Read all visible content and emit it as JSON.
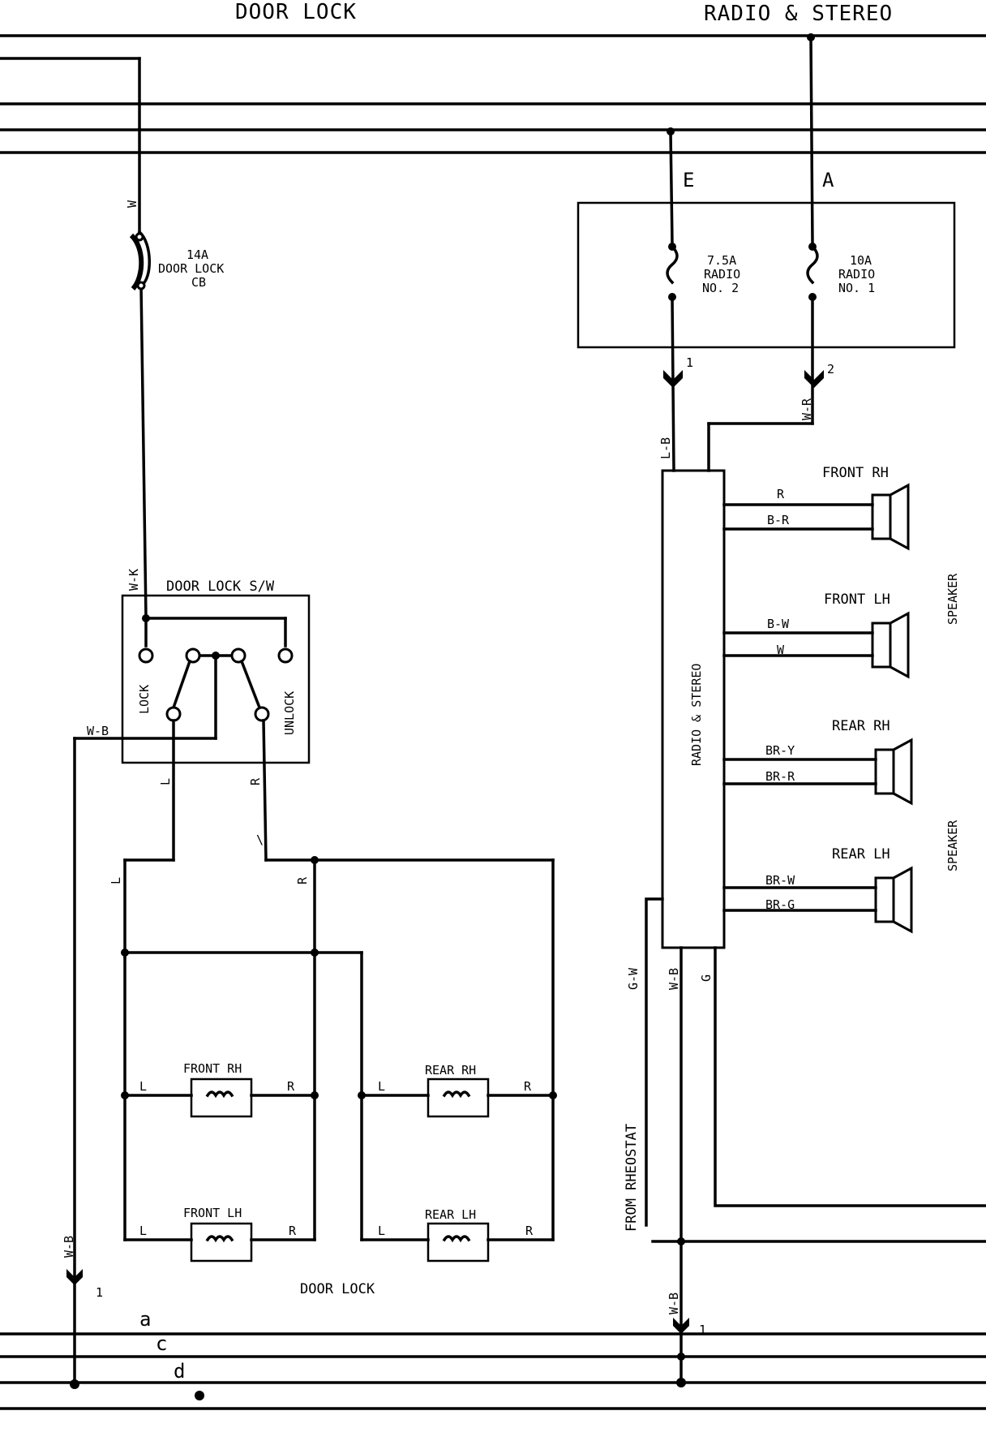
{
  "sections": {
    "door_lock": "DOOR LOCK",
    "radio_stereo": "RADIO & STEREO"
  },
  "junction_block": {
    "terminal_e": "E",
    "terminal_a": "A",
    "fuse_radio2": {
      "rating": "7.5A",
      "name1": "RADIO",
      "name2": "NO. 2"
    },
    "fuse_radio1": {
      "rating": "10A",
      "name1": "RADIO",
      "name2": "NO. 1"
    },
    "pin1": "1",
    "pin2": "2"
  },
  "circuit_breaker": {
    "rating": "14A",
    "name1": "DOOR LOCK",
    "name2": "CB"
  },
  "door_lock_switch": {
    "title": "DOOR LOCK S/W",
    "lock": "LOCK",
    "unlock": "UNLOCK"
  },
  "radio_unit": {
    "label": "RADIO & STEREO"
  },
  "speakers": {
    "front_rh": "FRONT RH",
    "front_lh": "FRONT LH",
    "rear_rh": "REAR RH",
    "rear_lh": "REAR LH",
    "group_label": "SPEAKER"
  },
  "actuators": {
    "front_rh": "FRONT RH",
    "rear_rh": "REAR RH",
    "front_lh": "FRONT LH",
    "rear_lh": "REAR LH",
    "left": "L",
    "right": "R",
    "caption": "DOOR LOCK"
  },
  "wire_colors": {
    "w": "W",
    "wk": "W-K",
    "wb": "W-B",
    "l": "L",
    "r": "R",
    "lb": "L-B",
    "wr": "W-R",
    "br": "B-R",
    "bw": "B-W",
    "bry": "BR-Y",
    "brr": "BR-R",
    "brw": "BR-W",
    "brg": "BR-G",
    "gw": "G-W",
    "g": "G"
  },
  "rheostat": "FROM RHEOSTAT",
  "ground_pin": "1",
  "bus_letters": {
    "a": "a",
    "c": "c",
    "d": "d"
  }
}
